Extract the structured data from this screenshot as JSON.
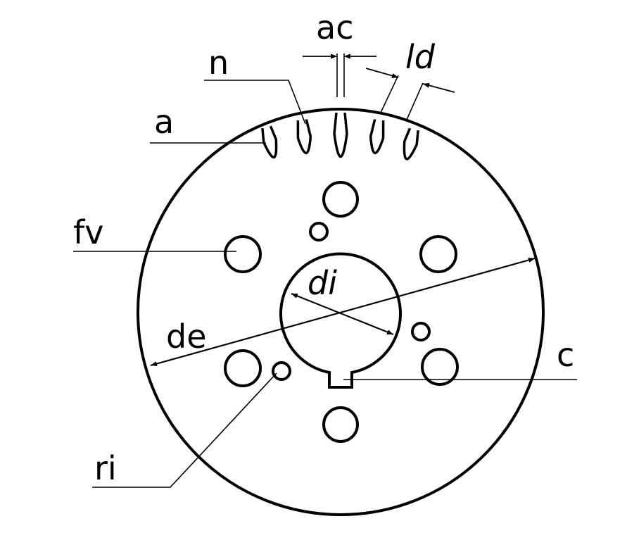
{
  "labels": {
    "ac": "ac",
    "n": "n",
    "ld": "ld",
    "a": "a",
    "fv": "fv",
    "di": "di",
    "de": "de",
    "c": "c",
    "ri": "ri"
  },
  "colors": {
    "line": "#000000",
    "background": "#ffffff"
  }
}
